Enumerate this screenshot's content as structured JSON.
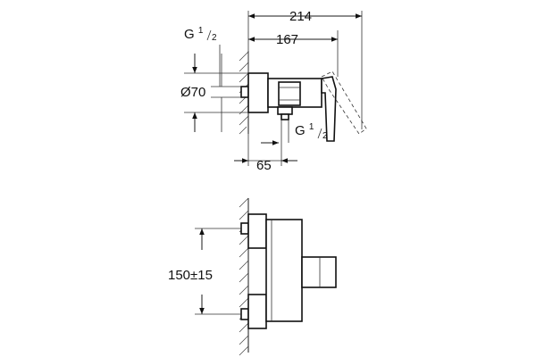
{
  "top_view": {
    "dim_overall": "214",
    "dim_handle": "167",
    "thread_inlet": {
      "prefix": "G ",
      "num": "1",
      "den": "2"
    },
    "dim_diameter": "Ø70",
    "thread_outlet": {
      "prefix": "G ",
      "num": "1",
      "den": "2"
    },
    "dim_outlet_offset": "65"
  },
  "front_view": {
    "dim_centers": "150±15"
  }
}
